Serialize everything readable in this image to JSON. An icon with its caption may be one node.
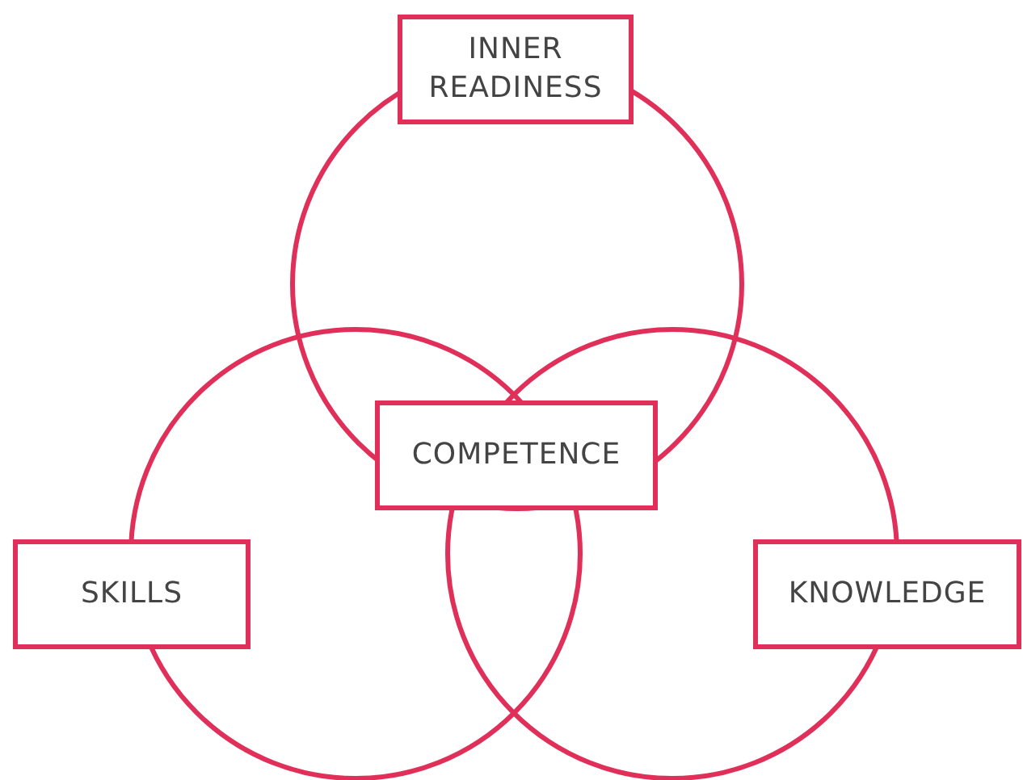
{
  "diagram": {
    "nodes": [
      {
        "text": [
          "INNER READINESS"
        ]
      },
      {
        "text": [
          "COMPETENCE"
        ]
      },
      {
        "text": [
          "SKILLS"
        ]
      },
      {
        "text": [
          "KNOWLEDGE"
        ]
      }
    ],
    "edges": []
  }
}
